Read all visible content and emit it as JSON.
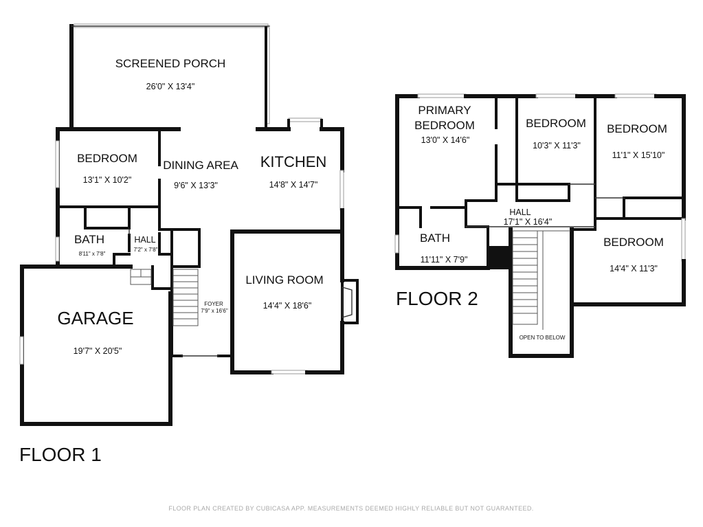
{
  "floor1": {
    "label": "FLOOR 1",
    "rooms": {
      "screened_porch": {
        "name": "SCREENED PORCH",
        "dims": "26'0\" X 13'4\""
      },
      "bedroom": {
        "name": "BEDROOM",
        "dims": "13'1\" X 10'2\""
      },
      "dining_area": {
        "name": "DINING AREA",
        "dims": "9'6\" X 13'3\""
      },
      "kitchen": {
        "name": "KITCHEN",
        "dims": "14'8\" X 14'7\""
      },
      "bath": {
        "name": "BATH",
        "dims": "8'11\" x 7'8\""
      },
      "hall": {
        "name": "HALL",
        "dims": "7'2\" x 7'8\""
      },
      "foyer": {
        "name": "FOYER",
        "dims": "7'9\" x 16'6\""
      },
      "living_room": {
        "name": "LIVING ROOM",
        "dims": "14'4\" X 18'6\""
      },
      "garage": {
        "name": "GARAGE",
        "dims": "19'7\" X 20'5\""
      }
    }
  },
  "floor2": {
    "label": "FLOOR 2",
    "rooms": {
      "primary_bedroom": {
        "name_line1": "PRIMARY",
        "name_line2": "BEDROOM",
        "dims": "13'0\" X 14'6\""
      },
      "bedroom_a": {
        "name": "BEDROOM",
        "dims": "10'3\" X 11'3\""
      },
      "bedroom_b": {
        "name": "BEDROOM",
        "dims": "11'1\" X 15'10\""
      },
      "hall": {
        "name": "HALL",
        "dims": "17'1\" X 16'4\""
      },
      "bath": {
        "name": "BATH",
        "dims": "11'11\" X 7'9\""
      },
      "bedroom_c": {
        "name": "BEDROOM",
        "dims": "14'4\" X 11'3\""
      },
      "open_to_below": {
        "name": "OPEN TO BELOW"
      }
    }
  },
  "footer": "FLOOR PLAN CREATED BY CUBICASA APP. MEASUREMENTS DEEMED HIGHLY RELIABLE BUT NOT GUARANTEED."
}
